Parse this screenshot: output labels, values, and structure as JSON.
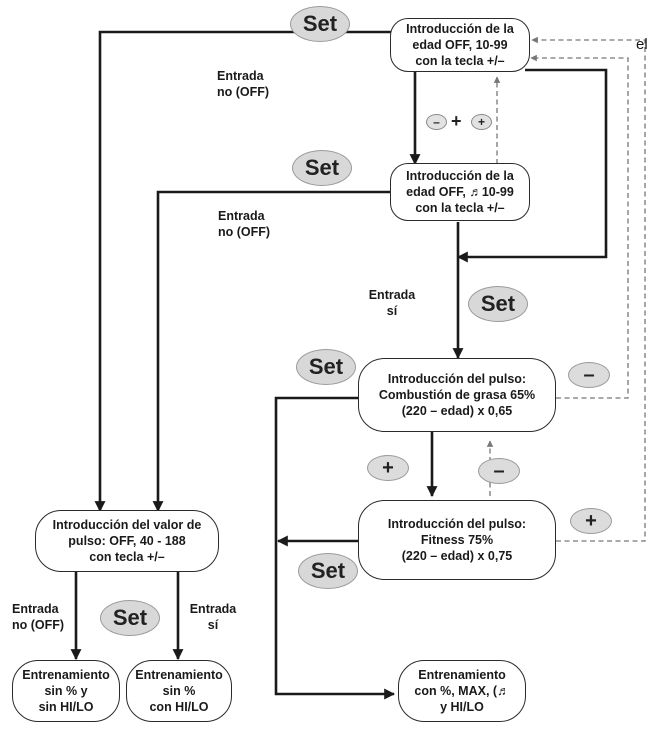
{
  "nodes": {
    "age_input_1": [
      "Introducción de la",
      "edad OFF, 10-99",
      "con la tecla +/–"
    ],
    "age_input_2": [
      "Introducción de la",
      "edad OFF, ♬10-99",
      "con la tecla +/–"
    ],
    "pulse_fat_burn": [
      "Introducción del pulso:",
      "Combustión de grasa 65%",
      "(220 – edad) x 0,65"
    ],
    "pulse_fitness": [
      "Introducción del pulso:",
      "Fitness 75%",
      "(220 – edad) x 0,75"
    ],
    "pulse_value": [
      "Introducción del valor de",
      "pulso: OFF, 40 - 188",
      "con tecla +/–"
    ],
    "training_no_pct": [
      "Entrenamiento",
      "sin % y",
      "sin HI/LO"
    ],
    "training_no_pct_hilo": [
      "Entrenamiento",
      "sin %",
      "con HI/LO"
    ],
    "training_pct": [
      "Entrenamiento",
      "con %, MAX, (♬",
      "y HI/LO"
    ]
  },
  "buttons": {
    "set": "Set",
    "minus": "–",
    "plus": "+"
  },
  "edge_labels": {
    "entry_no_1": [
      "Entrada",
      "no (OFF)"
    ],
    "entry_no_2": [
      "Entrada",
      "no (OFF)"
    ],
    "entry_yes_1": [
      "Entrada",
      "sí"
    ],
    "entry_no_3": [
      "Entrada",
      "no (OFF)"
    ],
    "entry_yes_2": [
      "Entrada",
      "sí"
    ],
    "el": "el"
  }
}
